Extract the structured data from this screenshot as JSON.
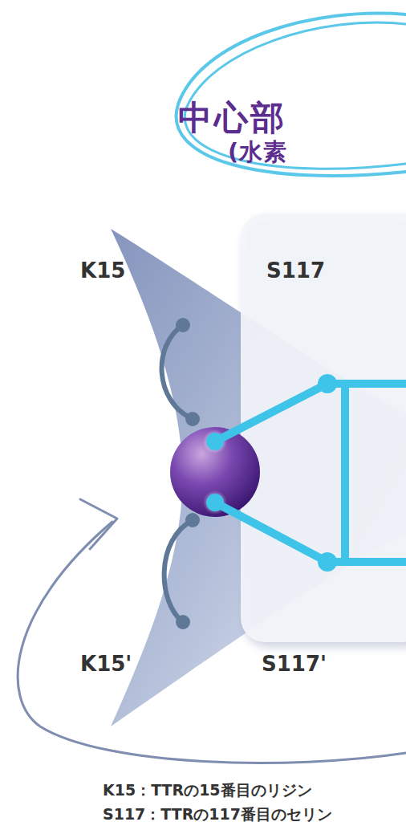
{
  "diagram": {
    "nodes": [
      {
        "text": [
          "中心部",
          "(水素"
        ]
      }
    ],
    "labels": [
      "K15",
      "S117",
      "K15'",
      "S117'",
      "K15：TTRの15番目のリジン",
      "S117：TTRの117番目のセリン"
    ]
  }
}
